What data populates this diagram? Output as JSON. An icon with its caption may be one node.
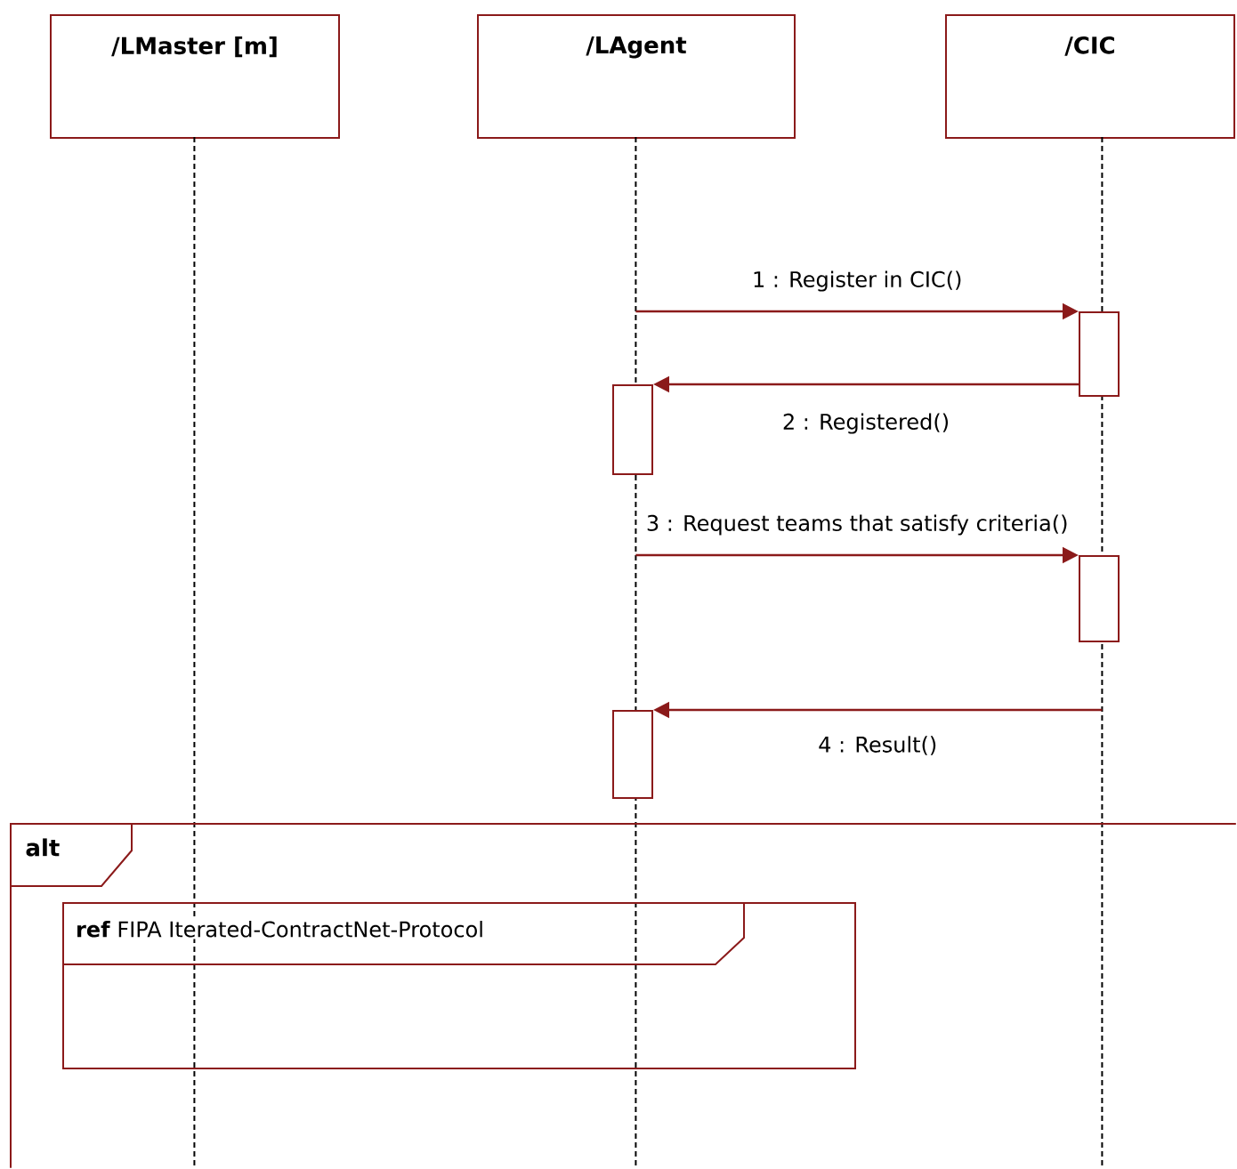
{
  "diagram": {
    "nodes": [
      {
        "text": [
          "/LMaster [m]"
        ]
      },
      {
        "text": [
          "/LAgent"
        ]
      },
      {
        "text": [
          "/CIC"
        ]
      },
      {
        "text": [],
        "shape": "line"
      },
      {
        "text": [],
        "shape": "line"
      },
      {
        "text": [],
        "shape": "line"
      },
      {
        "text": [],
        "shape": "bar"
      },
      {
        "text": [],
        "shape": "bar"
      },
      {
        "text": [],
        "shape": "bar"
      },
      {
        "text": [],
        "shape": "bar"
      },
      {
        "text": [
          "alt"
        ]
      },
      {
        "text": [
          "**ref** FIPA Iterated-ContractNet-Protocol"
        ],
        "in": 10
      }
    ],
    "edges": [
      {
        "from": 4,
        "to": 6,
        "arrow": "to",
        "label": "1 : Register in CIC()"
      },
      {
        "from": 6,
        "to": 7,
        "arrow": "to",
        "label": "2 : Registered()"
      },
      {
        "from": 4,
        "to": 8,
        "arrow": "to",
        "label": "3 : Request teams that satisfy criteria()"
      },
      {
        "from": 5,
        "to": 9,
        "arrow": "to",
        "label": "4 : Result()"
      }
    ]
  }
}
